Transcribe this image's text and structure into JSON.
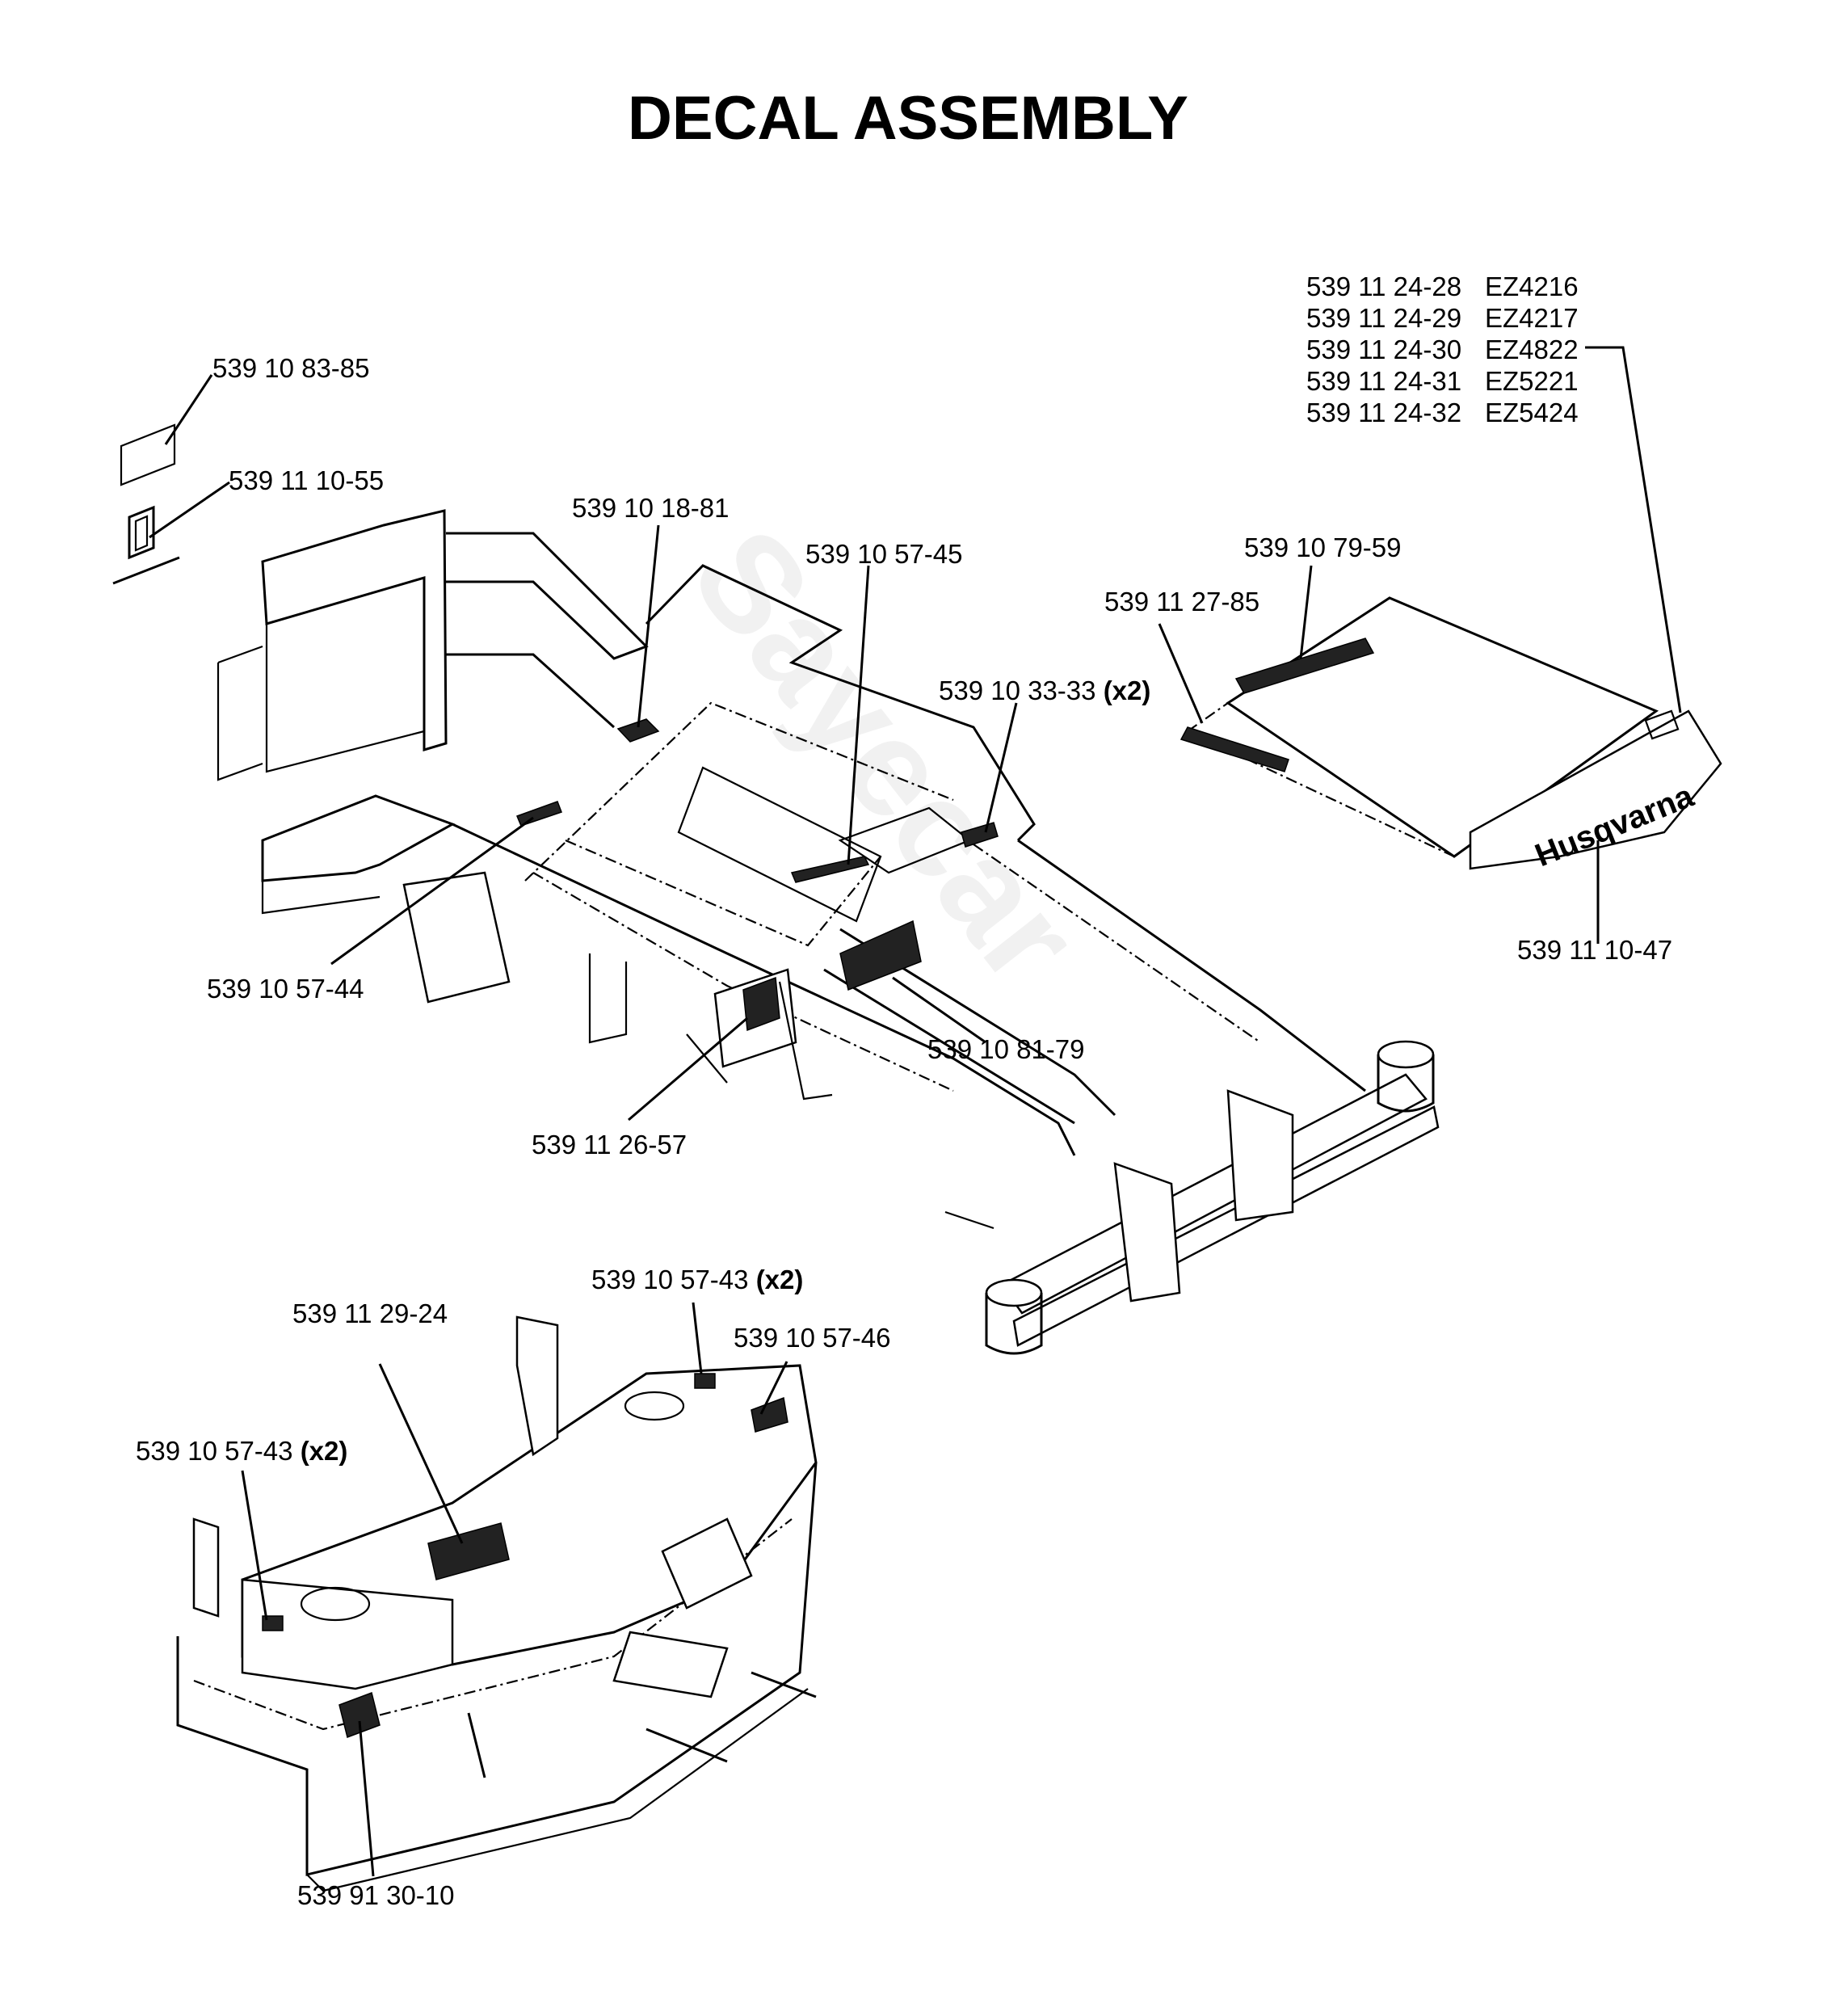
{
  "title": "DECAL ASSEMBLY",
  "brand_text": "Husqvarna",
  "callouts": [
    {
      "id": "c1",
      "part": "539 10 83-85",
      "qty": ""
    },
    {
      "id": "c2",
      "part": "539 11 10-55",
      "qty": ""
    },
    {
      "id": "c3",
      "part": "539 10 18-81",
      "qty": ""
    },
    {
      "id": "c4",
      "part": "539 10 57-45",
      "qty": ""
    },
    {
      "id": "c5",
      "part": "539 10 33-33",
      "qty": "(x2)"
    },
    {
      "id": "c6",
      "part": "539 10 79-59",
      "qty": ""
    },
    {
      "id": "c7",
      "part": "539 11 27-85",
      "qty": ""
    },
    {
      "id": "c8",
      "part": "539 11 10-47",
      "qty": ""
    },
    {
      "id": "c9",
      "part": "539 10 57-44",
      "qty": ""
    },
    {
      "id": "c10",
      "part": "539 10 81-79",
      "qty": ""
    },
    {
      "id": "c11",
      "part": "539 11 26-57",
      "qty": ""
    },
    {
      "id": "c12",
      "part": "539 10 57-43",
      "qty": "(x2)"
    },
    {
      "id": "c13",
      "part": "539 11 29-24",
      "qty": ""
    },
    {
      "id": "c14",
      "part": "539 10 57-46",
      "qty": ""
    },
    {
      "id": "c15",
      "part": "539 10 57-43",
      "qty": "(x2)"
    },
    {
      "id": "c16",
      "part": "539 91 30-10",
      "qty": ""
    }
  ],
  "model_table": [
    {
      "part": "539 11 24-28",
      "model": "EZ4216"
    },
    {
      "part": "539 11 24-29",
      "model": "EZ4217"
    },
    {
      "part": "539 11 24-30",
      "model": "EZ4822"
    },
    {
      "part": "539 11 24-31",
      "model": "EZ5221"
    },
    {
      "part": "539 11 24-32",
      "model": "EZ5424"
    }
  ]
}
